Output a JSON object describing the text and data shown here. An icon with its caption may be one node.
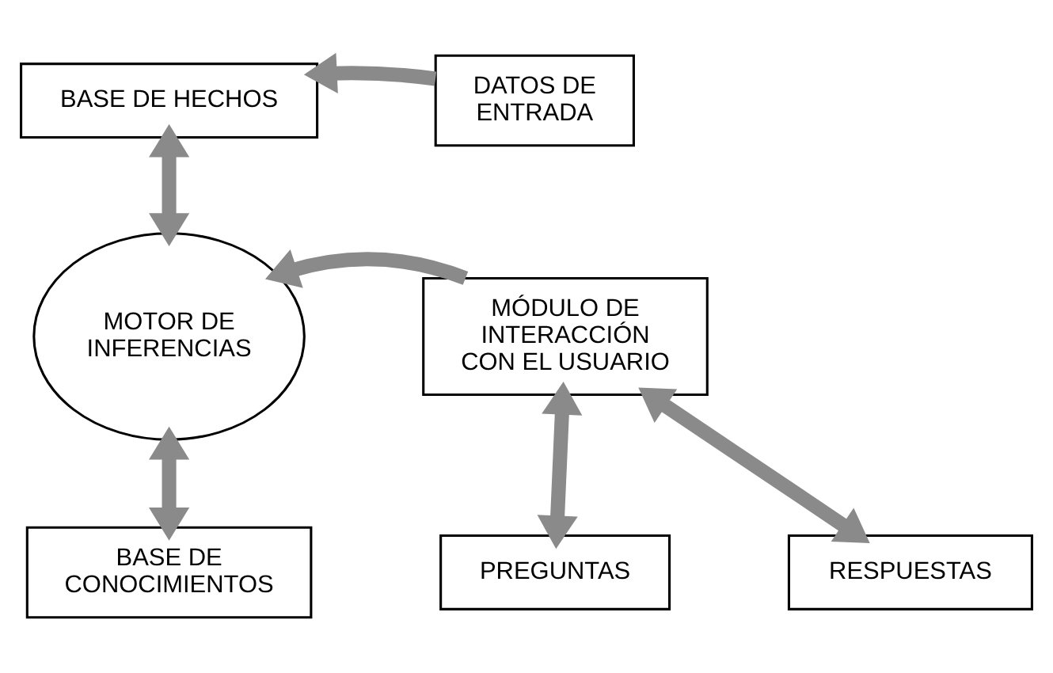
{
  "diagram": {
    "nodes": [
      {
        "text": [
          "BASE DE HECHOS"
        ]
      },
      {
        "text": [
          "DATOS DE ENTRADA"
        ]
      },
      {
        "text": [
          "MOTOR DE INFERENCIAS"
        ]
      },
      {
        "text": [
          "MÓDULO DE INTERACCIÓN CON EL USUARIO"
        ]
      },
      {
        "text": [
          "BASE DE CONOCIMIENTOS"
        ]
      },
      {
        "text": [
          "PREGUNTAS"
        ]
      },
      {
        "text": [
          "RESPUESTAS"
        ]
      }
    ],
    "edges": [
      {
        "from": 1,
        "to": 0,
        "arrow": "to"
      },
      {
        "from": 0,
        "to": 2,
        "arrow": "both"
      },
      {
        "from": 3,
        "to": 2,
        "arrow": "to"
      },
      {
        "from": 2,
        "to": 4,
        "arrow": "both"
      },
      {
        "from": 3,
        "to": 5,
        "arrow": "both"
      },
      {
        "from": 3,
        "to": 6,
        "arrow": "both"
      }
    ]
  }
}
